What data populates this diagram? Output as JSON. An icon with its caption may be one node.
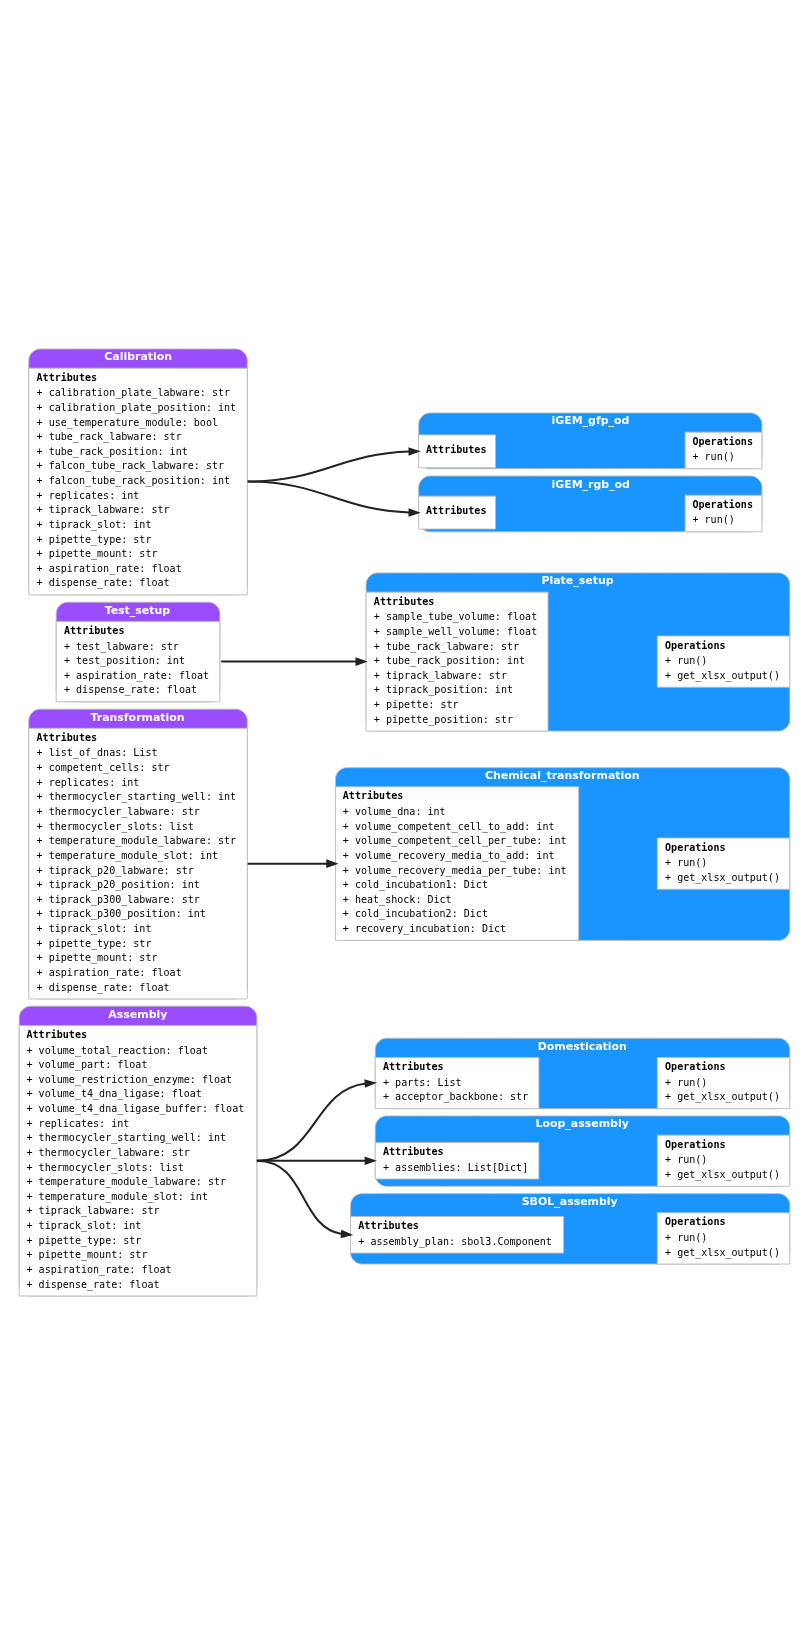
{
  "diagram": {
    "nodes": [
      {
        "text": [
          "Assembly"
        ]
      },
      {
        "text": [
          "Attributes",
          "+ volume_total_reaction: float",
          "+ volume_part: float",
          "+ volume_restriction_enzyme: float",
          "+ volume_t4_dna_ligase: float",
          "+ volume_t4_dna_ligase_buffer: float",
          "+ replicates: int",
          "+ thermocycler_starting_well: int",
          "+ thermocycler_labware: str",
          "+ thermocycler_slots: list",
          "+ temperature_module_labware: str",
          "+ temperature_module_slot: int",
          "+ tiprack_labware: str",
          "+ tiprack_slot: int",
          "+ pipette_type: str",
          "+ pipette_mount: str",
          "+ aspiration_rate: float",
          "+ dispense_rate: float"
        ],
        "in": 0
      },
      {
        "text": [
          "Domestication"
        ]
      },
      {
        "text": [
          "Attributes",
          "+ parts: List",
          "+ acceptor_backbone: str"
        ],
        "in": 2
      },
      {
        "text": [
          "Operations",
          "+ run()",
          "+ get_xlsx_output()"
        ],
        "in": 2
      },
      {
        "text": [
          "Loop_assembly"
        ]
      },
      {
        "text": [
          "Attributes",
          "+ assemblies: List[Dict]"
        ],
        "in": 5
      },
      {
        "text": [
          "Operations",
          "+ run()",
          "+ get_xlsx_output()"
        ],
        "in": 5
      },
      {
        "text": [
          "SBOL_assembly"
        ]
      },
      {
        "text": [
          "Attributes",
          "+ assembly_plan: sbol3.Component"
        ],
        "in": 8
      },
      {
        "text": [
          "Operations",
          "+ run()",
          "+ get_xlsx_output()"
        ],
        "in": 8
      },
      {
        "text": [
          "Transformation"
        ]
      },
      {
        "text": [
          "Attributes",
          "+ list_of_dnas: List",
          "+ competent_cells: str",
          "+ replicates: int",
          "+ thermocycler_starting_well: int",
          "+ thermocycler_labware: str",
          "+ thermocycler_slots: list",
          "+ temperature_module_labware: str",
          "+ temperature_module_slot: int",
          "+ tiprack_p20_labware: str",
          "+ tiprack_p20_position: int",
          "+ tiprack_p300_labware: str",
          "+ tiprack_p300_position: int",
          "+ tiprack_slot: int",
          "+ pipette_type: str",
          "+ pipette_mount: str",
          "+ aspiration_rate: float",
          "+ dispense_rate: float"
        ],
        "in": 11
      },
      {
        "text": [
          "Chemical_transformation"
        ]
      },
      {
        "text": [
          "Attributes",
          "+ volume_dna: int",
          "+ volume_competent_cell_to_add: int",
          "+ volume_competent_cell_per_tube: int",
          "+ volume_recovery_media_to_add: int",
          "+ volume_recovery_media_per_tube: int",
          "+ cold_incubation1: Dict",
          "+ heat_shock: Dict",
          "+ cold_incubation2: Dict",
          "+ recovery_incubation: Dict"
        ],
        "in": 13
      },
      {
        "text": [
          "Operations",
          "+ run()",
          "+ get_xlsx_output()"
        ],
        "in": 13
      },
      {
        "text": [
          "Test_setup"
        ]
      },
      {
        "text": [
          "Attributes",
          "+ test_labware: str",
          "+ test_position: int",
          "+ aspiration_rate: float",
          "+ dispense_rate: float"
        ],
        "in": 16
      },
      {
        "text": [
          "Plate_setup"
        ]
      },
      {
        "text": [
          "Attributes",
          "+ sample_tube_volume: float",
          "+ sample_well_volume: float",
          "+ tube_rack_labware: str",
          "+ tube_rack_position: int",
          "+ tiprack_labware: str",
          "+ tiprack_position: int",
          "+ pipette: str",
          "+ pipette_position: str"
        ],
        "in": 18
      },
      {
        "text": [
          "Operations",
          "+ run()",
          "+ get_xlsx_output()"
        ],
        "in": 18
      },
      {
        "text": [
          "Calibration"
        ]
      },
      {
        "text": [
          "Attributes",
          "+ calibration_plate_labware: str",
          "+ calibration_plate_position: int",
          "+ use_temperature_module: bool",
          "+ tube_rack_labware: str",
          "+ tube_rack_position: int",
          "+ falcon_tube_rack_labware: str",
          "+ falcon_tube_rack_position: int",
          "+ replicates: int",
          "+ tiprack_labware: str",
          "+ tiprack_slot: int",
          "+ pipette_type: str",
          "+ pipette_mount: str",
          "+ aspiration_rate: float",
          "+ dispense_rate: float"
        ],
        "in": 21
      },
      {
        "text": [
          "iGEM_gfp_od"
        ]
      },
      {
        "text": [
          "Attributes"
        ],
        "in": 23
      },
      {
        "text": [
          "Operations",
          "+ run()"
        ],
        "in": 23
      },
      {
        "text": [
          "iGEM_rgb_od"
        ]
      },
      {
        "text": [
          "Attributes"
        ],
        "in": 26
      },
      {
        "text": [
          "Operations",
          "+ run()"
        ],
        "in": 26
      }
    ],
    "edges": [
      {
        "from": 0,
        "to": 2,
        "arrow": "to"
      },
      {
        "from": 0,
        "to": 5,
        "arrow": "to"
      },
      {
        "from": 0,
        "to": 8,
        "arrow": "to"
      },
      {
        "from": 11,
        "to": 13,
        "arrow": "to"
      },
      {
        "from": 16,
        "to": 18,
        "arrow": "to"
      },
      {
        "from": 21,
        "to": 23,
        "arrow": "to"
      },
      {
        "from": 21,
        "to": 26,
        "arrow": "to"
      }
    ]
  }
}
